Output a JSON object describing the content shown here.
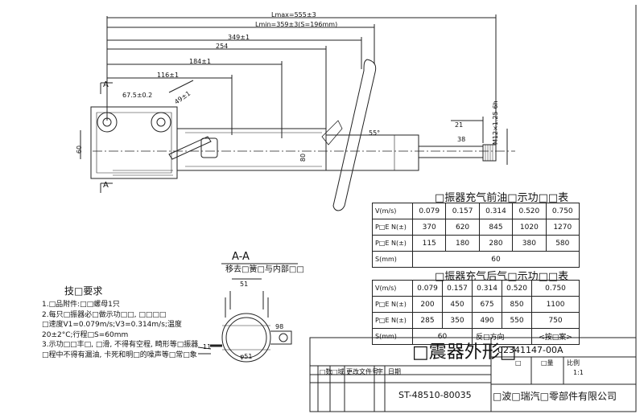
{
  "dimensions": {
    "lmax": "Lmax=555±3",
    "lmin": "Lmin=359±3(S=196mm)",
    "d349": "349±1",
    "d254": "254",
    "d184": "184±1",
    "d116": "116±1",
    "d675": "67.5±0.2",
    "d49": "49±1",
    "d21": "21",
    "d38": "38",
    "bolt": "M12×1.25-6h",
    "angle": "55°",
    "d60": "60",
    "d80": "80",
    "section_a_top": "A",
    "section_a_bottom": "A",
    "d51": "51",
    "d11": "11",
    "d98": "98",
    "phi51": "φ51"
  },
  "section": {
    "title": "A-A",
    "subtitle": "移去□簧□与内部□□"
  },
  "table_front": {
    "title": "□振器充气前油□示功□□表",
    "rows": [
      {
        "label": "V(m/s)",
        "cells": [
          "0.079",
          "0.157",
          "0.314",
          "0.520",
          "0.750"
        ]
      },
      {
        "label": "P□E N(±)",
        "cells": [
          "370",
          "620",
          "845",
          "1020",
          "1270"
        ]
      },
      {
        "label": "P□E N(±)",
        "cells": [
          "115",
          "180",
          "280",
          "380",
          "580"
        ]
      },
      {
        "label": "S(mm)",
        "cells": [
          "60"
        ]
      }
    ]
  },
  "table_back": {
    "title": "□振器充气后气□示功□□表",
    "rows": [
      {
        "label": "V(m/s)",
        "cells": [
          "0.079",
          "0.157",
          "0.314",
          "0.520",
          "0.750"
        ]
      },
      {
        "label": "P□E N(±)",
        "cells": [
          "200",
          "450",
          "675",
          "850",
          "1100"
        ]
      },
      {
        "label": "P□E N(±)",
        "cells": [
          "285",
          "350",
          "490",
          "550",
          "750"
        ]
      },
      {
        "label": "S(mm)",
        "cells": [
          "60",
          "反□方向",
          "<按□案>"
        ]
      }
    ]
  },
  "requirements": {
    "title": "技□要求",
    "lines": [
      "1.□品附件:□□螺母1只",
      "2.每只□振器必□做示功□□, □□□□",
      "□速度V1=0.079m/s;V3=0.314m/s;温度",
      "20±2°C;行程□S=60mm",
      "3.示功□□丰□, □滑, 不得有空程, 畸形等□振器",
      "□程中不得有漏油, 卡死和明□的噪声等□常□象"
    ]
  },
  "title_block": {
    "name": "□震器外形□",
    "part_no": "02341147-00A",
    "drawing_no": "ST-48510-80035",
    "company": "□波□瑞汽□零部件有限公司",
    "header_labels": [
      "□数",
      "□域",
      "更改文件号",
      "字",
      "日期"
    ],
    "right_labels": [
      "□",
      "□量",
      "比例"
    ],
    "scale": "1:1"
  }
}
